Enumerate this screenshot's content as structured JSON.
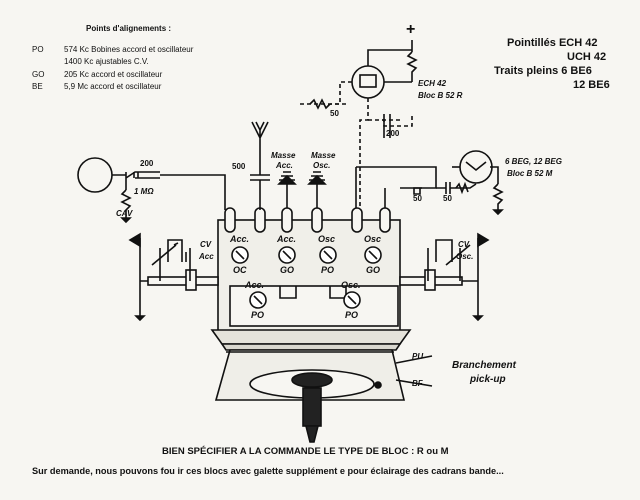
{
  "points_alignement": {
    "title": "Points d'alignements :",
    "rows": [
      {
        "band": "PO",
        "value": "574 Kc Bobines accord et oscillateur"
      },
      {
        "band": "",
        "value": "1400 Kc ajustables C.V."
      },
      {
        "band": "GO",
        "value": "205 Kc accord et oscillateur"
      },
      {
        "band": "BE",
        "value": "5,9 Mc accord et oscillateur"
      }
    ]
  },
  "legend_right": {
    "line1": "Pointillés  ECH 42",
    "line2": "UCH 42",
    "line3": "Traits pleins  6 BE6",
    "line4": "12 BE6"
  },
  "labels": {
    "plus": "+",
    "ech": "ECH 42",
    "bloc_r": "Bloc B 52 R",
    "beg": "6 BEG, 12 BEG",
    "bloc_m": "Bloc B 52 M",
    "r_200": "200",
    "r_500": "500",
    "r_50_left": "50",
    "r_200_mid": "200",
    "r_50_a": "50",
    "r_50_b": "50",
    "onemeg": "1 MΩ",
    "cav": "CAV",
    "masse_acc_1": "Masse",
    "masse_acc_2": "Acc.",
    "masse_osc_1": "Masse",
    "masse_osc_2": "Osc.",
    "cv_acc_1": "CV",
    "cv_acc_2": "Acc",
    "cv_osc_1": "CV",
    "cv_osc_2": "Osc.",
    "pu": "PU",
    "bf": "BF",
    "branchement_1": "Branchement",
    "branchement_2": "pick-up"
  },
  "knobs": [
    {
      "top": "Acc.",
      "bottom": "OC"
    },
    {
      "top": "Acc.",
      "bottom": "GO"
    },
    {
      "top": "Osc",
      "bottom": "PO"
    },
    {
      "top": "Osc",
      "bottom": "GO"
    },
    {
      "top": "Acc.",
      "bottom": "PO"
    },
    {
      "top": "Osc.",
      "bottom": "PO"
    }
  ],
  "footer": {
    "line1": "BIEN SPÉCIFIER A LA COMMANDE LE TYPE DE BLOC : R ou M",
    "line2": "Sur demande, nous pouvons fou  ir ces blocs avec galette supplément   e pour éclairage des cadrans bande..."
  }
}
